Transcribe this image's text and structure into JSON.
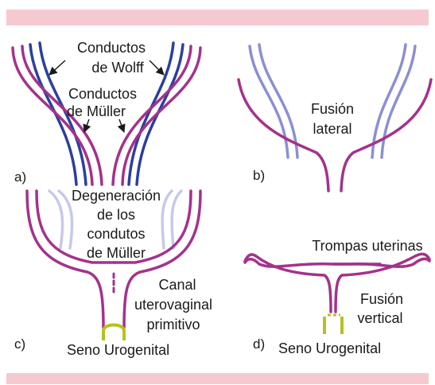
{
  "colors": {
    "band": "#f6c9d0",
    "muller_duct": "#a3328c",
    "wolff_duct": "#2c3f9c",
    "wolff_duct_faded": "#8b90d2",
    "urogenital_sinus": "#b5c21f",
    "text": "#1a1a1a"
  },
  "panels": {
    "a": {
      "letter": "a)",
      "label_wolff_line1": "Conductos",
      "label_wolff_line2": "de Wolff",
      "label_muller_line1": "Conductos",
      "label_muller_line2": "de Müller"
    },
    "b": {
      "letter": "b)",
      "label_line1": "Fusión",
      "label_line2": "lateral"
    },
    "c": {
      "letter": "c)",
      "degeneration_line1": "Degeneración",
      "degeneration_line2": "de los",
      "degeneration_line3": "condutos",
      "degeneration_line4": "de Müller",
      "canal_line1": "Canal",
      "canal_line2": "uterovaginal",
      "canal_line3": "primitivo",
      "sinus_label": "Seno Urogenital"
    },
    "d": {
      "letter": "d)",
      "tubes_label": "Trompas uterinas",
      "fusion_line1": "Fusión",
      "fusion_line2": "vertical",
      "sinus_label": "Seno Urogenital"
    }
  }
}
